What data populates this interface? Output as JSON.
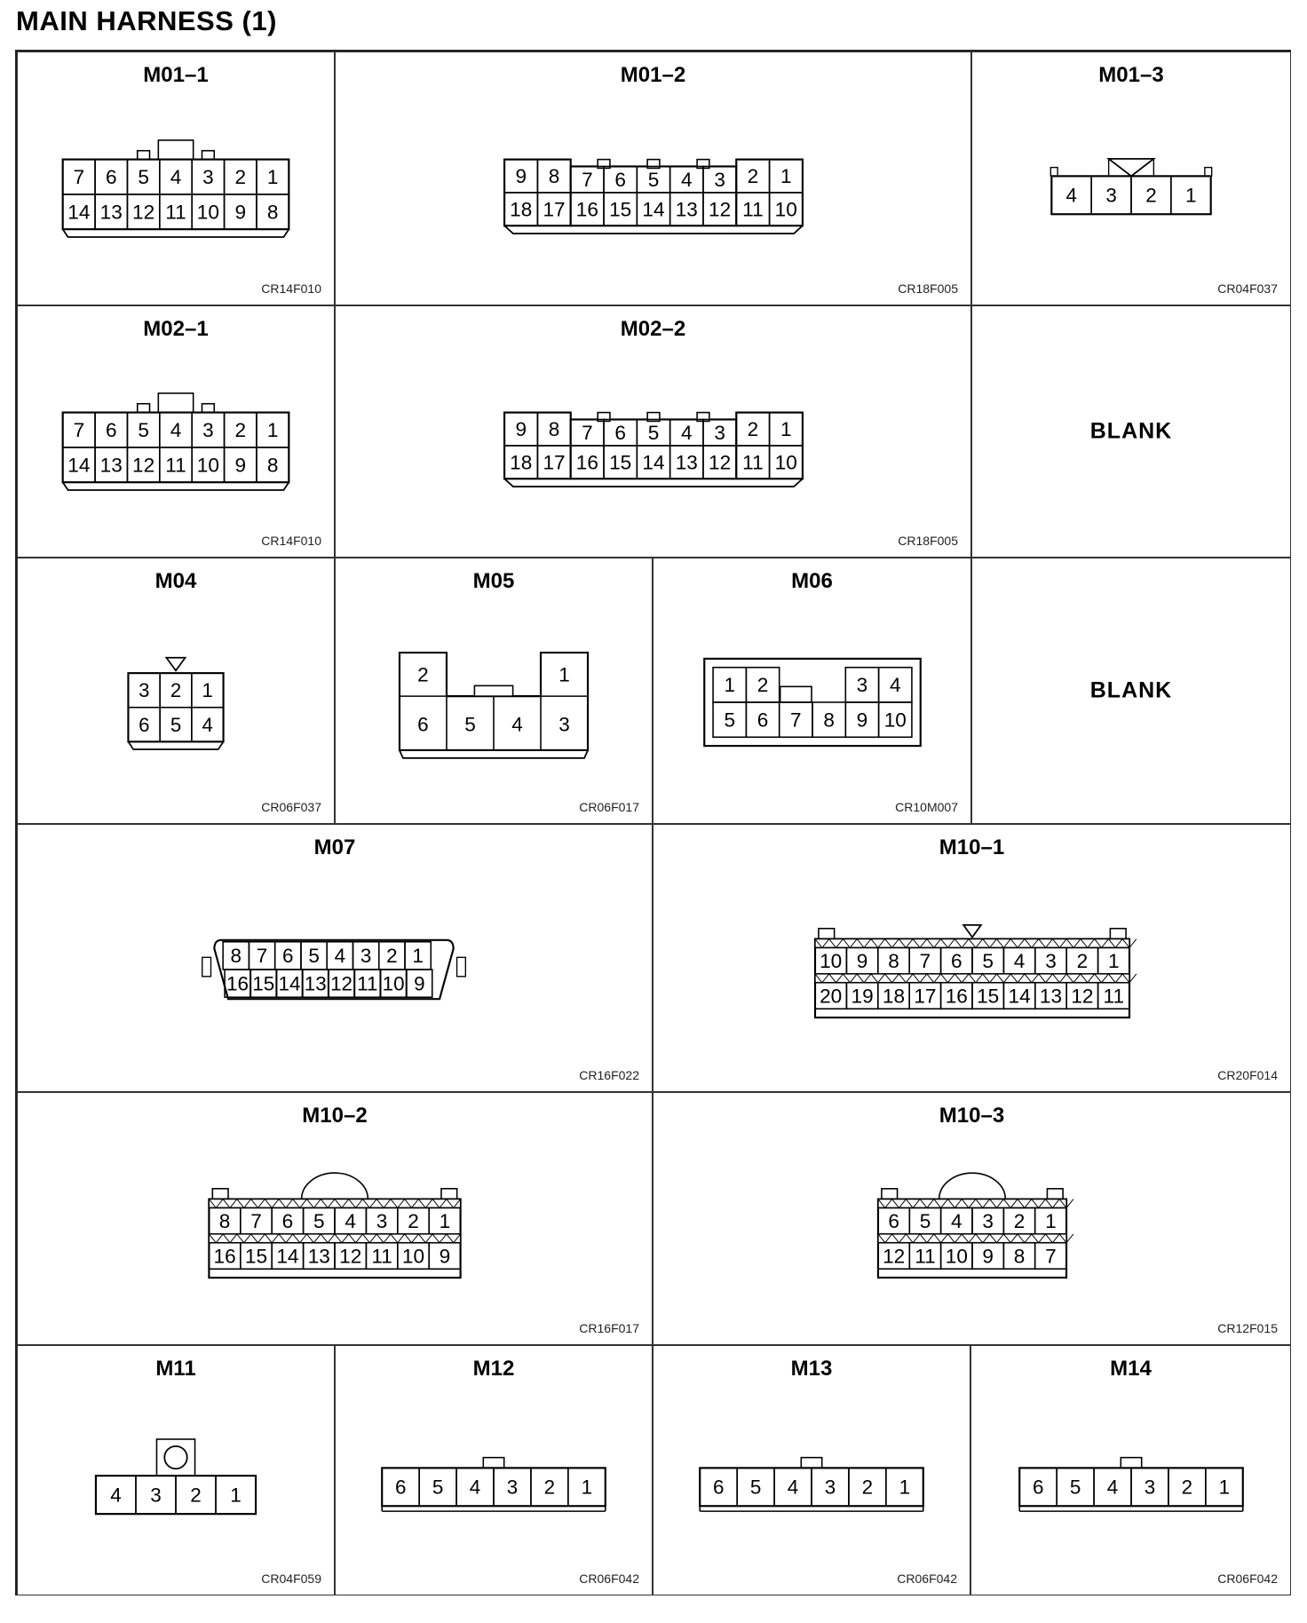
{
  "page": {
    "title": "MAIN HARNESS (1)"
  },
  "cells": [
    {
      "id": "m01-1",
      "title": "M01–1",
      "code": "CR14F010",
      "blank": false
    },
    {
      "id": "m01-2",
      "title": "M01–2",
      "code": "CR18F005",
      "blank": false
    },
    {
      "id": "m01-3",
      "title": "M01–3",
      "code": "CR04F037",
      "blank": false
    },
    {
      "id": "m02-1",
      "title": "M02–1",
      "code": "CR14F010",
      "blank": false
    },
    {
      "id": "m02-2",
      "title": "M02–2",
      "code": "CR18F005",
      "blank": false
    },
    {
      "id": "blank-1",
      "title": "",
      "code": "",
      "blank": true,
      "label": "BLANK"
    },
    {
      "id": "m04",
      "title": "M04",
      "code": "CR06F037",
      "blank": false
    },
    {
      "id": "m05",
      "title": "M05",
      "code": "CR06F017",
      "blank": false
    },
    {
      "id": "m06",
      "title": "M06",
      "code": "CR10M007",
      "blank": false
    },
    {
      "id": "blank-2",
      "title": "",
      "code": "",
      "blank": true,
      "label": "BLANK"
    },
    {
      "id": "m07",
      "title": "M07",
      "code": "CR16F022",
      "blank": false
    },
    {
      "id": "m10-1",
      "title": "M10–1",
      "code": "CR20F014",
      "blank": false
    },
    {
      "id": "m10-2",
      "title": "M10–2",
      "code": "CR16F017",
      "blank": false
    },
    {
      "id": "m10-3",
      "title": "M10–3",
      "code": "CR12F015",
      "blank": false
    },
    {
      "id": "m11",
      "title": "M11",
      "code": "CR04F059",
      "blank": false
    },
    {
      "id": "m12",
      "title": "M12",
      "code": "CR06F042",
      "blank": false
    },
    {
      "id": "m13",
      "title": "M13",
      "code": "CR06F042",
      "blank": false
    },
    {
      "id": "m14",
      "title": "M14",
      "code": "CR06F042",
      "blank": false
    }
  ],
  "connectors": {
    "m01-1": {
      "style": "std",
      "feature": "dome-block",
      "rows": [
        [
          "7",
          "6",
          "5",
          "4",
          "3",
          "2",
          "1"
        ],
        [
          "14",
          "13",
          "12",
          "11",
          "10",
          "9",
          "8"
        ]
      ]
    },
    "m01-2": {
      "style": "stepped",
      "rows": [
        [
          "9",
          "8",
          "7",
          "6",
          "5",
          "4",
          "3",
          "2",
          "1"
        ],
        [
          "18",
          "17",
          "16",
          "15",
          "14",
          "13",
          "12",
          "11",
          "10"
        ]
      ]
    },
    "m01-3": {
      "style": "single",
      "feature": "latch-v",
      "rows": [
        [
          "4",
          "3",
          "2",
          "1"
        ]
      ]
    },
    "m02-1": {
      "style": "std",
      "feature": "dome-block",
      "rows": [
        [
          "7",
          "6",
          "5",
          "4",
          "3",
          "2",
          "1"
        ],
        [
          "14",
          "13",
          "12",
          "11",
          "10",
          "9",
          "8"
        ]
      ]
    },
    "m02-2": {
      "style": "stepped",
      "rows": [
        [
          "9",
          "8",
          "7",
          "6",
          "5",
          "4",
          "3",
          "2",
          "1"
        ],
        [
          "18",
          "17",
          "16",
          "15",
          "14",
          "13",
          "12",
          "11",
          "10"
        ]
      ]
    },
    "m04": {
      "style": "std",
      "feature": "triangle",
      "rows": [
        [
          "3",
          "2",
          "1"
        ],
        [
          "6",
          "5",
          "4"
        ]
      ]
    },
    "m05": {
      "style": "m05",
      "rows": [
        [
          "2",
          "1"
        ],
        [
          "6",
          "5",
          "4",
          "3"
        ]
      ]
    },
    "m06": {
      "style": "m06",
      "rows": [
        [
          "1",
          "2",
          "3",
          "4"
        ],
        [
          "5",
          "6",
          "7",
          "8",
          "9",
          "10"
        ]
      ]
    },
    "m07": {
      "style": "d",
      "rows": [
        [
          "8",
          "7",
          "6",
          "5",
          "4",
          "3",
          "2",
          "1"
        ],
        [
          "16",
          "15",
          "14",
          "13",
          "12",
          "11",
          "10",
          "9"
        ]
      ]
    },
    "m10-1": {
      "style": "hatched",
      "feature": "triangle",
      "rows": [
        [
          "10",
          "9",
          "8",
          "7",
          "6",
          "5",
          "4",
          "3",
          "2",
          "1"
        ],
        [
          "20",
          "19",
          "18",
          "17",
          "16",
          "15",
          "14",
          "13",
          "12",
          "11"
        ]
      ]
    },
    "m10-2": {
      "style": "hatched",
      "feature": "dome",
      "rows": [
        [
          "8",
          "7",
          "6",
          "5",
          "4",
          "3",
          "2",
          "1"
        ],
        [
          "16",
          "15",
          "14",
          "13",
          "12",
          "11",
          "10",
          "9"
        ]
      ]
    },
    "m10-3": {
      "style": "hatched",
      "feature": "dome",
      "rows": [
        [
          "6",
          "5",
          "4",
          "3",
          "2",
          "1"
        ],
        [
          "12",
          "11",
          "10",
          "9",
          "8",
          "7"
        ]
      ]
    },
    "m11": {
      "style": "single",
      "feature": "circle-tab",
      "rows": [
        [
          "4",
          "3",
          "2",
          "1"
        ]
      ]
    },
    "m12": {
      "style": "single",
      "feature": "tab",
      "rows": [
        [
          "6",
          "5",
          "4",
          "3",
          "2",
          "1"
        ]
      ]
    },
    "m13": {
      "style": "single",
      "feature": "tab",
      "rows": [
        [
          "6",
          "5",
          "4",
          "3",
          "2",
          "1"
        ]
      ]
    },
    "m14": {
      "style": "single",
      "feature": "tab",
      "rows": [
        [
          "6",
          "5",
          "4",
          "3",
          "2",
          "1"
        ]
      ]
    }
  }
}
